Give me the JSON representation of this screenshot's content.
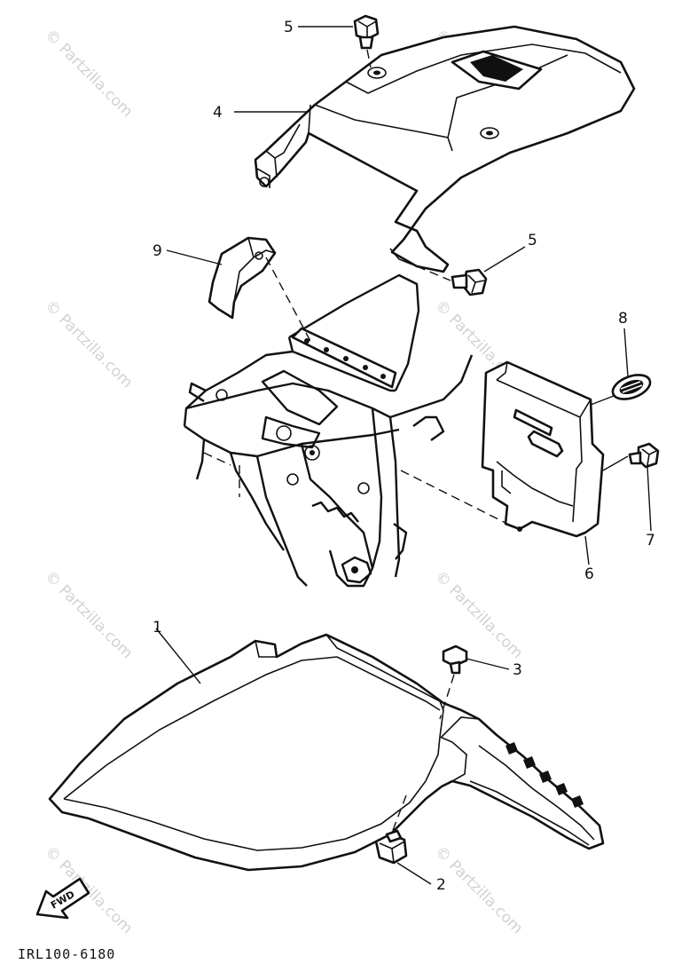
{
  "diagram": {
    "callouts": [
      {
        "id": "1",
        "label": "1"
      },
      {
        "id": "2",
        "label": "2"
      },
      {
        "id": "3",
        "label": "3"
      },
      {
        "id": "4",
        "label": "4"
      },
      {
        "id": "5a",
        "label": "5"
      },
      {
        "id": "5b",
        "label": "5"
      },
      {
        "id": "6",
        "label": "6"
      },
      {
        "id": "7",
        "label": "7"
      },
      {
        "id": "8",
        "label": "8"
      },
      {
        "id": "9",
        "label": "9"
      }
    ],
    "direction_label": "FWD",
    "reference_code": "IRL100-6180"
  },
  "watermark": {
    "text": "© Partzilla.com",
    "color": "#d2d2d2"
  }
}
